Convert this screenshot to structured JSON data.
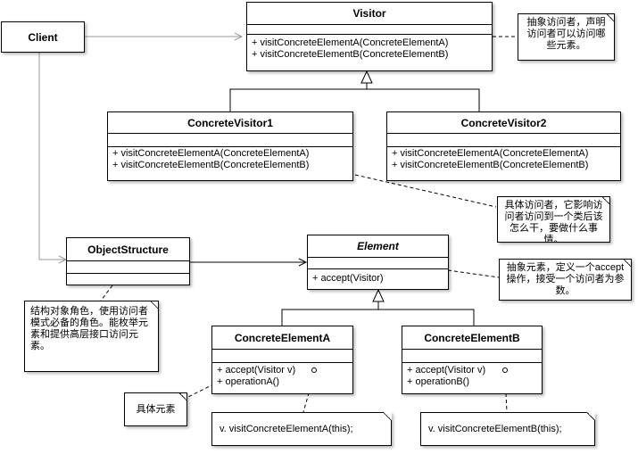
{
  "client": {
    "name": "Client"
  },
  "visitor": {
    "name": "Visitor",
    "ops": [
      "+ visitConcreteElementA(ConcreteElementA)",
      "+ visitConcreteElementB(ConcreteElementB)"
    ]
  },
  "concrete_visitor_1": {
    "name": "ConcreteVisitor1",
    "ops": [
      "+ visitConcreteElementA(ConcreteElementA)",
      "+ visitConcreteElementB(ConcreteElementB)"
    ]
  },
  "concrete_visitor_2": {
    "name": "ConcreteVisitor2",
    "ops": [
      "+ visitConcreteElementA(ConcreteElementA)",
      "+ visitConcreteElementB(ConcreteElementB)"
    ]
  },
  "object_structure": {
    "name": "ObjectStructure"
  },
  "element": {
    "name": "Element",
    "ops": [
      "+ accept(Visitor)"
    ]
  },
  "concrete_element_a": {
    "name": "ConcreteElementA",
    "ops": [
      "+ accept(Visitor v)",
      "+ operationA()"
    ]
  },
  "concrete_element_b": {
    "name": "ConcreteElementB",
    "ops": [
      "+ accept(Visitor v)",
      "+ operationB()"
    ]
  },
  "notes": {
    "visitor": "抽象访问者，声明访问者可以访问哪些元素。",
    "concrete_visitor": "具体访问者，它影响访问者访问到一个类后该怎么干，要做什么事情。",
    "element": "抽象元素，定义一个accept操作，接受一个访问者为参数。",
    "object_structure": "结构对象角色，使用访问者模式必备的角色。能枚举元素和提供高层接口访问元素。",
    "concrete_element": "具体元素",
    "code_a": "v. visitConcreteElementA(this);",
    "code_b": "v. visitConcreteElementB(this);"
  }
}
